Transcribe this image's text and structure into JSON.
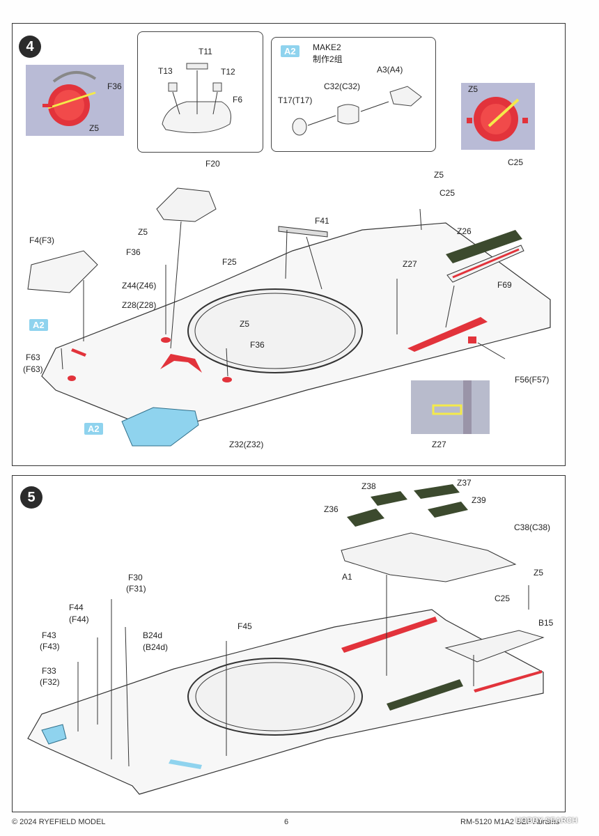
{
  "step4": {
    "number": "4",
    "inset_make": {
      "badge": "A2",
      "make_label": "MAKE2",
      "make_label_cn": "制作2组"
    },
    "labels": {
      "T11": "T11",
      "T13": "T13",
      "T12": "T12",
      "F6": "F6",
      "A3": "A3(A4)",
      "C32": "C32(C32)",
      "T17": "T17(T17)",
      "F36_photo": "F36",
      "Z5_photo": "Z5",
      "Z5_photo_right": "Z5",
      "C25_photo_right": "C25",
      "F20": "F20",
      "Z5_top_right": "Z5",
      "C25_top_right": "C25",
      "F41": "F41",
      "Z26": "Z26",
      "F4": "F4(F3)",
      "Z5_left": "Z5",
      "F36_left": "F36",
      "F25": "F25",
      "Z27": "Z27",
      "F69": "F69",
      "Z44": "Z44(Z46)",
      "Z28": "Z28(Z28)",
      "A2_left": "A2",
      "Z5_center": "Z5",
      "F36_center": "F36",
      "F63": "F63",
      "F63_paren": "(F63)",
      "F56": "F56(F57)",
      "A2_bottom": "A2",
      "Z32": "Z32(Z32)",
      "Z27_photo": "Z27"
    }
  },
  "step5": {
    "number": "5",
    "labels": {
      "Z38": "Z38",
      "Z37": "Z37",
      "Z36": "Z36",
      "Z39": "Z39",
      "C38": "C38(C38)",
      "A1": "A1",
      "Z5": "Z5",
      "C25": "C25",
      "B15": "B15",
      "F30": "F30",
      "F30_paren": "(F31)",
      "F44": "F44",
      "F44_paren": "(F44)",
      "F43": "F43",
      "F43_paren": "(F43)",
      "B24d": "B24d",
      "B24d_paren": "(B24d)",
      "F45": "F45",
      "F33": "F33",
      "F33_paren": "(F32)"
    }
  },
  "footer": {
    "copyright": "© 2024 RYEFIELD MODEL",
    "page": "6",
    "code": "RM-5120 M1A2 SEP Abrams",
    "watermark": "HOBBY SEARCH"
  },
  "colors": {
    "highlight_red": "#e2333b",
    "highlight_blue": "#8fd3ee",
    "mesh_green": "#3c4a2e",
    "photo_bg": "#b9bbd6",
    "yellow": "#f4ea4a"
  }
}
